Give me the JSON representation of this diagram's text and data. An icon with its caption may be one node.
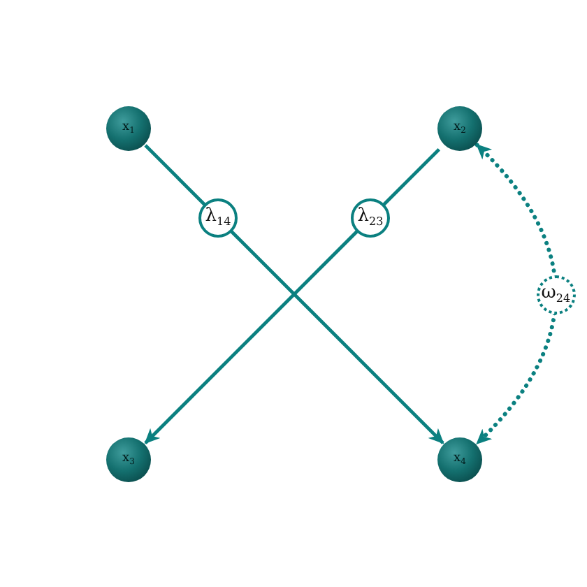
{
  "diagram": {
    "nodes": [
      {
        "text": [
          "x$_{1}$"
        ]
      },
      {
        "text": [
          "x$_{2}$"
        ]
      },
      {
        "text": [
          "x$_{3}$"
        ]
      },
      {
        "text": [
          "x$_{4}$"
        ]
      }
    ],
    "edges": [
      {
        "from": 0,
        "to": 3,
        "arrow": "to",
        "label": "λ$_{14}$"
      },
      {
        "from": 1,
        "to": 2,
        "arrow": "to",
        "label": "λ$_{23}$"
      },
      {
        "from": 1,
        "to": 3,
        "arrow": "both",
        "label": "ω$_{24}$",
        "style": "dashed"
      }
    ]
  }
}
